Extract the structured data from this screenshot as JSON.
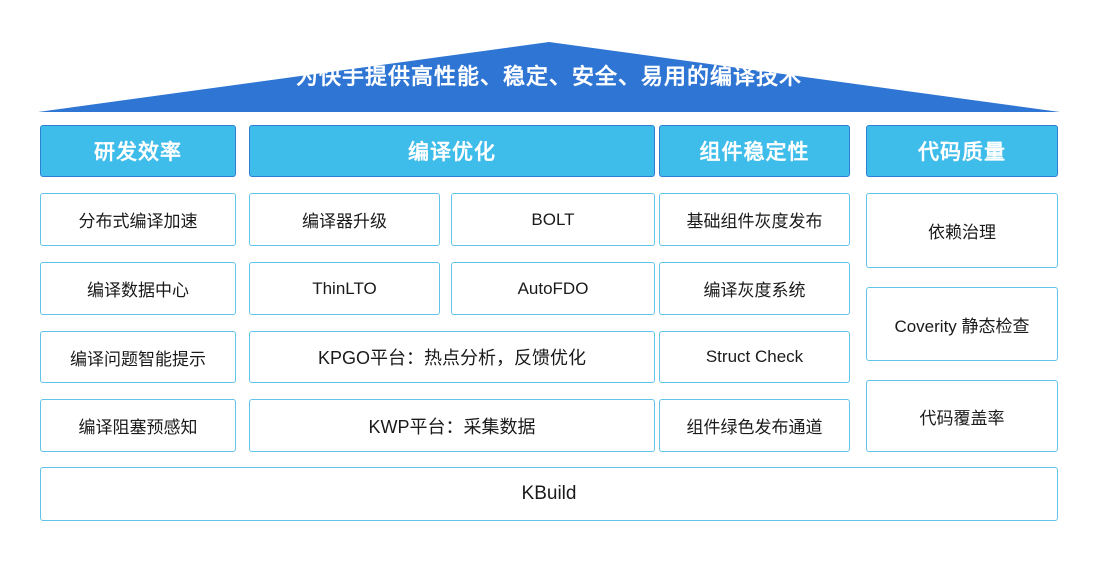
{
  "diagram": {
    "roof": {
      "title": "为快手提供高性能、稳定、安全、易用的编译技术",
      "fill_color": "#2E75D4"
    },
    "theme": {
      "header_fill": "#3EBCEA",
      "header_border": "#2E7FD4",
      "header_text": "#FFFFFF",
      "cell_border": "#62C4EA",
      "cell_fill": "#FFFFFF",
      "cell_text": "#1A1A1A",
      "background": "#FFFFFF"
    },
    "columns": [
      {
        "header": "研发效率",
        "cells": [
          "分布式编译加速",
          "编译数据中心",
          "编译问题智能提示",
          "编译阻塞预感知"
        ]
      },
      {
        "header": "编译优化",
        "rows": [
          {
            "split": true,
            "cells": [
              "编译器升级",
              "BOLT"
            ]
          },
          {
            "split": true,
            "cells": [
              "ThinLTO",
              "AutoFDO"
            ]
          },
          {
            "split": false,
            "cells": [
              "KPGO平台：热点分析，反馈优化"
            ]
          },
          {
            "split": false,
            "cells": [
              "KWP平台：采集数据"
            ]
          }
        ]
      },
      {
        "header": "组件稳定性",
        "cells": [
          "基础组件灰度发布",
          "编译灰度系统",
          "Struct Check",
          "组件绿色发布通道"
        ]
      },
      {
        "header": "代码质量",
        "cells": [
          "依赖治理",
          "Coverity 静态检查",
          "代码覆盖率"
        ]
      }
    ],
    "base": {
      "label": "KBuild"
    }
  }
}
